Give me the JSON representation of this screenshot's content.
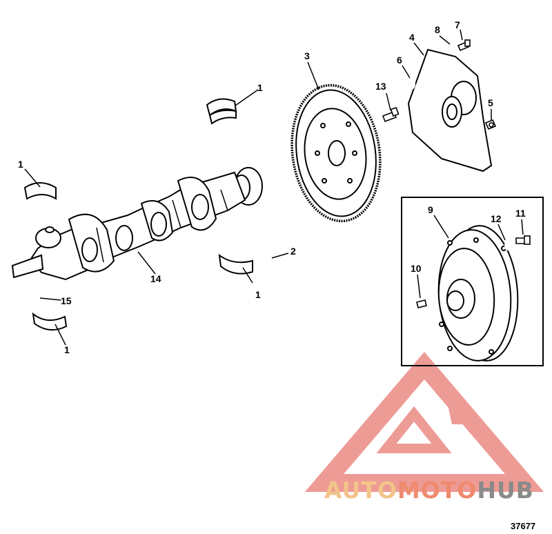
{
  "diagram": {
    "figure_number": "37677",
    "callouts": [
      {
        "id": "c1a",
        "label": "1"
      },
      {
        "id": "c1b",
        "label": "1"
      },
      {
        "id": "c1c",
        "label": "1"
      },
      {
        "id": "c1d",
        "label": "1"
      },
      {
        "id": "c2",
        "label": "2"
      },
      {
        "id": "c3",
        "label": "3"
      },
      {
        "id": "c4",
        "label": "4"
      },
      {
        "id": "c5",
        "label": "5"
      },
      {
        "id": "c6",
        "label": "6"
      },
      {
        "id": "c7",
        "label": "7"
      },
      {
        "id": "c8",
        "label": "8"
      },
      {
        "id": "c9",
        "label": "9"
      },
      {
        "id": "c10",
        "label": "10"
      },
      {
        "id": "c11",
        "label": "11"
      },
      {
        "id": "c12",
        "label": "12"
      },
      {
        "id": "c13",
        "label": "13"
      },
      {
        "id": "c14",
        "label": "14"
      },
      {
        "id": "c15",
        "label": "15"
      }
    ]
  },
  "watermark": {
    "word_part1": "AUTO",
    "word_part2": "MOTO",
    "word_part3": "HUB",
    "colors": {
      "logo": "#e87a72",
      "auto": "#f2c48a",
      "moto": "#f08a6e",
      "hub": "#8a8a8a"
    }
  }
}
